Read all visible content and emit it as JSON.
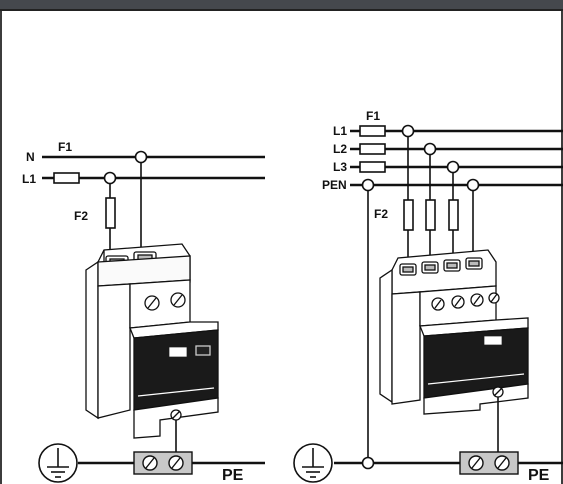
{
  "left_diagram": {
    "lines": [
      "N",
      "L1"
    ],
    "fuse_main": "F1",
    "fuse_backup": "F2",
    "earth": "PE"
  },
  "right_diagram": {
    "lines": [
      "L1",
      "L2",
      "L3",
      "PEN"
    ],
    "fuse_main": "F1",
    "fuse_backup": "F2",
    "earth": "PE"
  },
  "colors": {
    "header": "#45484d",
    "line": "#111111",
    "module": "#1a1a1a",
    "terminal": "#c8c8c8"
  }
}
